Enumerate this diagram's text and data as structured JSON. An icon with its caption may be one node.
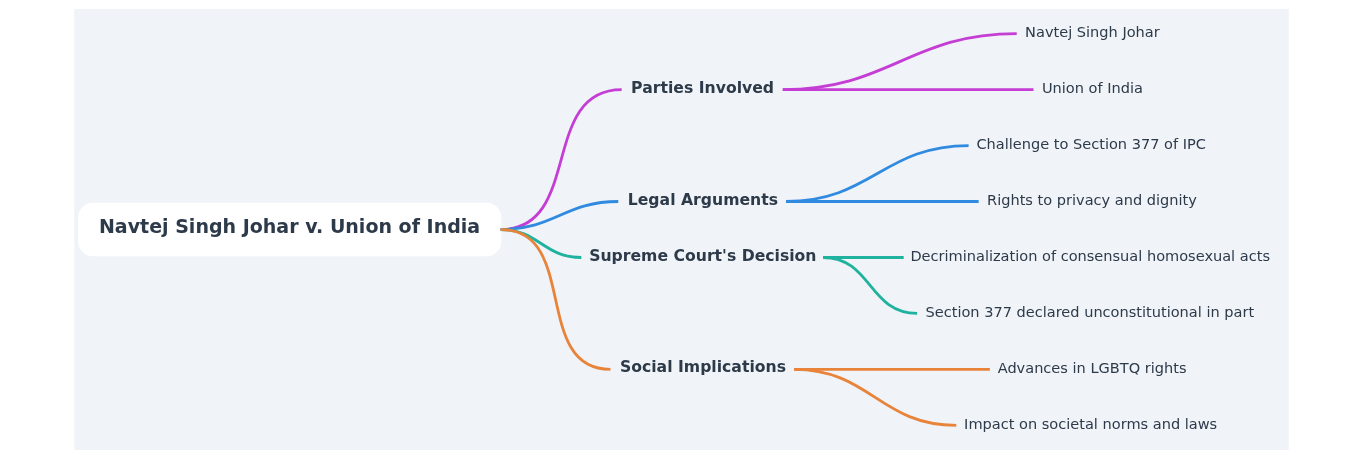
{
  "diagram": {
    "nodes": [
      {
        "text": [
          "Navtej Singh Johar v. Union of India"
        ]
      },
      {
        "text": [
          "Parties Involved"
        ]
      },
      {
        "text": [
          "Navtej Singh Johar"
        ]
      },
      {
        "text": [
          "Union of India"
        ]
      },
      {
        "text": [
          "Legal Arguments"
        ]
      },
      {
        "text": [
          "Challenge to Section 377 of IPC"
        ]
      },
      {
        "text": [
          "Rights to privacy and dignity"
        ]
      },
      {
        "text": [
          "Supreme Court's Decision"
        ]
      },
      {
        "text": [
          "Decriminalization of consensual homosexual acts"
        ]
      },
      {
        "text": [
          "Section 377 declared unconstitutional in part"
        ]
      },
      {
        "text": [
          "Social Implications"
        ]
      },
      {
        "text": [
          "Advances in LGBTQ rights"
        ]
      },
      {
        "text": [
          "Impact on societal norms and laws"
        ]
      }
    ],
    "edges": [
      {
        "from": 0,
        "to": 1,
        "arrow": "none",
        "color": "#c43dd4"
      },
      {
        "from": 1,
        "to": 2,
        "arrow": "none",
        "color": "#c43dd4"
      },
      {
        "from": 1,
        "to": 3,
        "arrow": "none",
        "color": "#c43dd4"
      },
      {
        "from": 0,
        "to": 4,
        "arrow": "none",
        "color": "#2f8ae0"
      },
      {
        "from": 4,
        "to": 5,
        "arrow": "none",
        "color": "#2f8ae0"
      },
      {
        "from": 4,
        "to": 6,
        "arrow": "none",
        "color": "#2f8ae0"
      },
      {
        "from": 0,
        "to": 7,
        "arrow": "none",
        "color": "#1fb29f"
      },
      {
        "from": 7,
        "to": 8,
        "arrow": "none",
        "color": "#1fb29f"
      },
      {
        "from": 7,
        "to": 9,
        "arrow": "none",
        "color": "#1fb29f"
      },
      {
        "from": 0,
        "to": 10,
        "arrow": "none",
        "color": "#e8833a"
      },
      {
        "from": 10,
        "to": 11,
        "arrow": "none",
        "color": "#e8833a"
      },
      {
        "from": 10,
        "to": 12,
        "arrow": "none",
        "color": "#e8833a"
      }
    ]
  }
}
